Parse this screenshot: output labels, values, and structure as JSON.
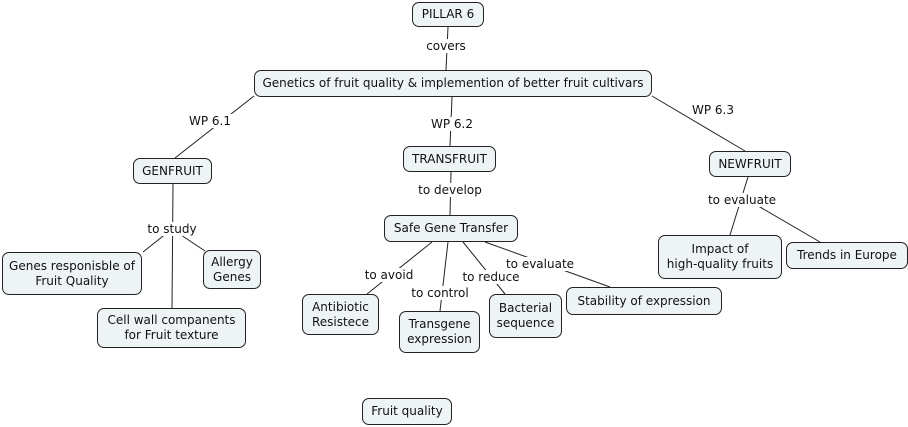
{
  "nodes": {
    "pillar": "PILLAR 6",
    "genetics": "Genetics of fruit quality & implemention of better fruit cultivars",
    "genfruit": "GENFRUIT",
    "transfruit": "TRANSFRUIT",
    "newfruit": "NEWFRUIT",
    "safe_gene": "Safe Gene Transfer",
    "genes_quality": "Genes responisble of\nFruit Quality",
    "allergy": "Allergy\nGenes",
    "cell_wall": "Cell wall companents\nfor Fruit texture",
    "antibiotic": "Antibiotic\nResistece",
    "transgene": "Transgene\nexpression",
    "stability": "Stability of expression",
    "bacterial": "Bacterial\nsequence",
    "impact": "Impact of\nhigh-quality fruits",
    "trends": "Trends in Europe",
    "fruit_quality": "Fruit quality"
  },
  "links": {
    "covers": "covers",
    "wp61": "WP 6.1",
    "wp62": "WP 6.2",
    "wp63": "WP 6.3",
    "to_develop": "to develop",
    "to_study": "to study",
    "to_evaluate_new": "to evaluate",
    "to_avoid": "to avoid",
    "to_control": "to control",
    "to_reduce": "to reduce",
    "to_evaluate_safe": "to evaluate"
  }
}
